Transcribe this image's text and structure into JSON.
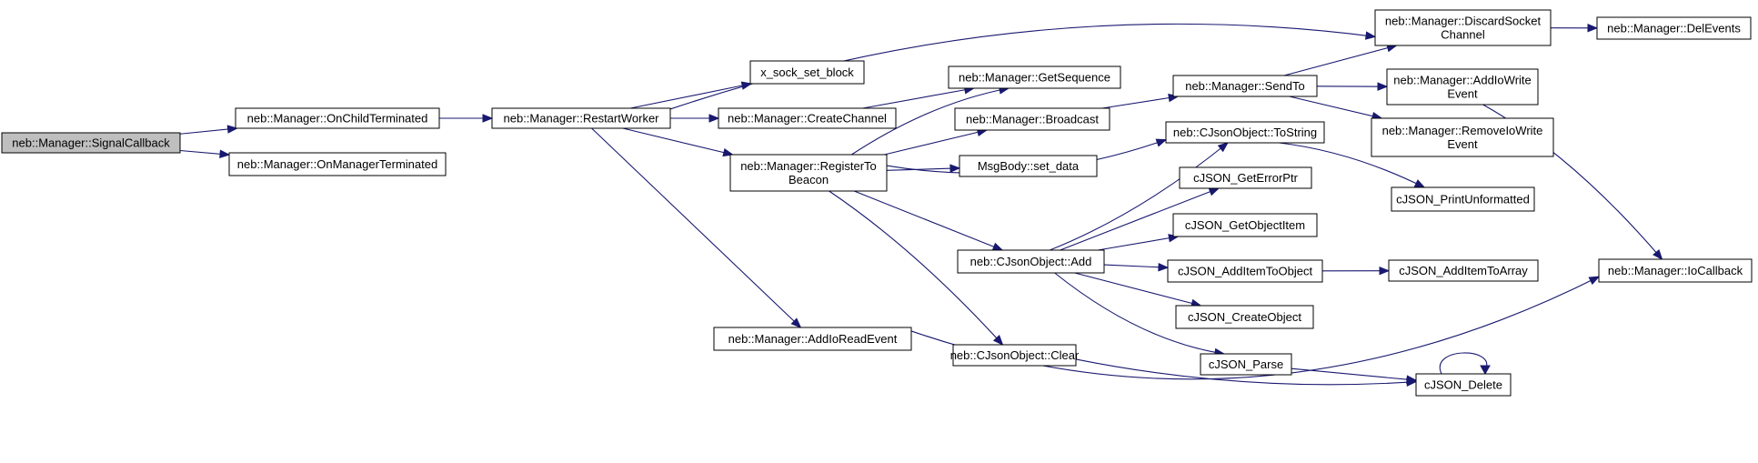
{
  "colors": {
    "edge": "#191970",
    "root_fill": "#bfbfbf",
    "node_fill": "#ffffff",
    "border": "#000000"
  },
  "nodes": [
    {
      "id": "signal",
      "lines": [
        "neb::Manager::SignalCallback"
      ],
      "root": true
    },
    {
      "id": "onchild",
      "lines": [
        "neb::Manager::OnChildTerminated"
      ]
    },
    {
      "id": "onmanager",
      "lines": [
        "neb::Manager::OnManagerTerminated"
      ]
    },
    {
      "id": "restart",
      "lines": [
        "neb::Manager::RestartWorker"
      ]
    },
    {
      "id": "xsock",
      "lines": [
        "x_sock_set_block"
      ]
    },
    {
      "id": "createchannel",
      "lines": [
        "neb::Manager::CreateChannel"
      ]
    },
    {
      "id": "register",
      "lines": [
        "neb::Manager::RegisterTo",
        "Beacon"
      ]
    },
    {
      "id": "addioread",
      "lines": [
        "neb::Manager::AddIoReadEvent"
      ]
    },
    {
      "id": "getseq",
      "lines": [
        "neb::Manager::GetSequence"
      ]
    },
    {
      "id": "broadcast",
      "lines": [
        "neb::Manager::Broadcast"
      ]
    },
    {
      "id": "setdata",
      "lines": [
        "MsgBody::set_data"
      ]
    },
    {
      "id": "jadd",
      "lines": [
        "neb::CJsonObject::Add"
      ]
    },
    {
      "id": "jclear",
      "lines": [
        "neb::CJsonObject::Clear"
      ]
    },
    {
      "id": "sendto",
      "lines": [
        "neb::Manager::SendTo"
      ]
    },
    {
      "id": "tostring",
      "lines": [
        "neb::CJsonObject::ToString"
      ]
    },
    {
      "id": "geterr",
      "lines": [
        "cJSON_GetErrorPtr"
      ]
    },
    {
      "id": "getobj",
      "lines": [
        "cJSON_GetObjectItem"
      ]
    },
    {
      "id": "additemobj",
      "lines": [
        "cJSON_AddItemToObject"
      ]
    },
    {
      "id": "createobj",
      "lines": [
        "cJSON_CreateObject"
      ]
    },
    {
      "id": "parse",
      "lines": [
        "cJSON_Parse"
      ]
    },
    {
      "id": "discard",
      "lines": [
        "neb::Manager::DiscardSocket",
        "Channel"
      ]
    },
    {
      "id": "addiowrite",
      "lines": [
        "neb::Manager::AddIoWrite",
        "Event"
      ]
    },
    {
      "id": "removeiowrite",
      "lines": [
        "neb::Manager::RemoveIoWrite",
        "Event"
      ]
    },
    {
      "id": "printunf",
      "lines": [
        "cJSON_PrintUnformatted"
      ]
    },
    {
      "id": "additemarr",
      "lines": [
        "cJSON_AddItemToArray"
      ]
    },
    {
      "id": "delete",
      "lines": [
        "cJSON_Delete"
      ]
    },
    {
      "id": "delevents",
      "lines": [
        "neb::Manager::DelEvents"
      ]
    },
    {
      "id": "iocallback",
      "lines": [
        "neb::Manager::IoCallback"
      ]
    }
  ],
  "edges": [
    [
      "signal",
      "onchild"
    ],
    [
      "signal",
      "onmanager"
    ],
    [
      "onchild",
      "restart"
    ],
    [
      "restart",
      "discard"
    ],
    [
      "restart",
      "xsock"
    ],
    [
      "restart",
      "createchannel"
    ],
    [
      "restart",
      "register"
    ],
    [
      "restart",
      "addioread"
    ],
    [
      "createchannel",
      "getseq"
    ],
    [
      "register",
      "getseq"
    ],
    [
      "register",
      "broadcast"
    ],
    [
      "register",
      "setdata"
    ],
    [
      "register",
      "tostring"
    ],
    [
      "register",
      "jadd"
    ],
    [
      "register",
      "jclear"
    ],
    [
      "broadcast",
      "sendto"
    ],
    [
      "sendto",
      "discard"
    ],
    [
      "sendto",
      "addiowrite"
    ],
    [
      "sendto",
      "removeiowrite"
    ],
    [
      "discard",
      "delevents"
    ],
    [
      "addiowrite",
      "iocallback"
    ],
    [
      "tostring",
      "printunf"
    ],
    [
      "jadd",
      "tostring"
    ],
    [
      "jadd",
      "geterr"
    ],
    [
      "jadd",
      "getobj"
    ],
    [
      "jadd",
      "additemobj"
    ],
    [
      "jadd",
      "createobj"
    ],
    [
      "jadd",
      "parse"
    ],
    [
      "additemobj",
      "additemarr"
    ],
    [
      "jclear",
      "delete"
    ],
    [
      "parse",
      "delete"
    ],
    [
      "delete",
      "delete"
    ],
    [
      "addioread",
      "iocallback"
    ]
  ]
}
